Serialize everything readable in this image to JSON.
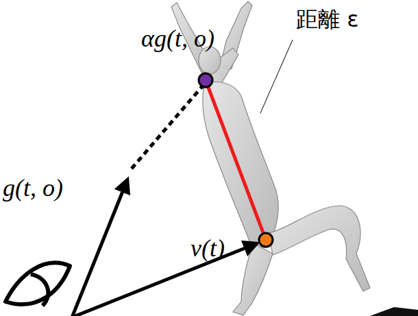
{
  "diagram": {
    "labels": [
      "αg(t, o)",
      "距離 ε",
      "g(t, o)",
      "v(t)"
    ]
  }
}
